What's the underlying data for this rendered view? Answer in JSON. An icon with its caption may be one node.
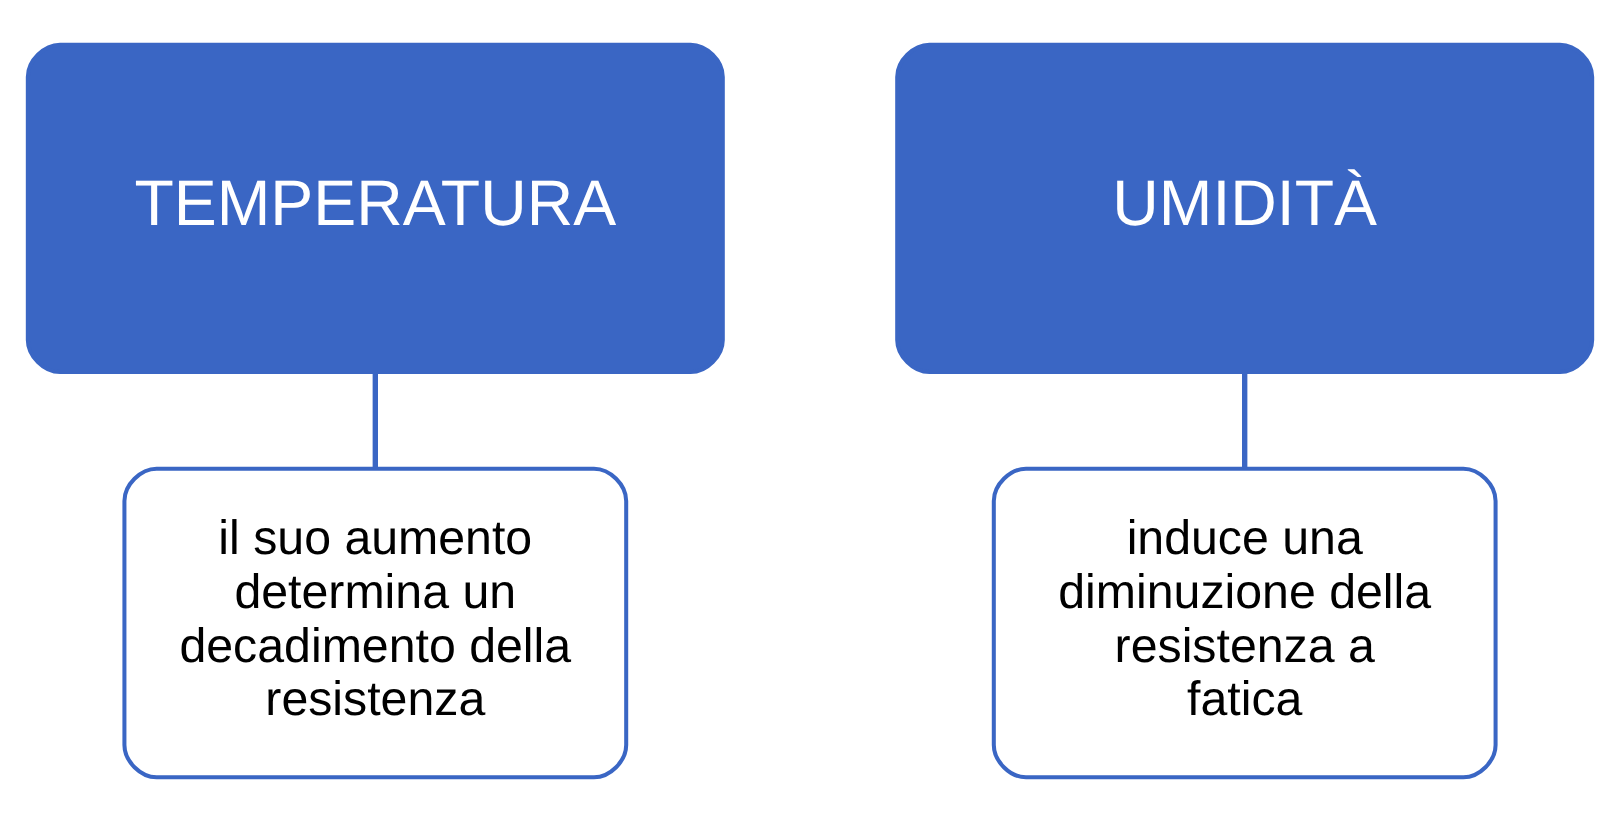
{
  "diagram": {
    "nodes": [
      {
        "text": [
          "TEMPERATURA"
        ]
      },
      {
        "text": [
          "il suo aumento determina un decadimento della resistenza"
        ]
      },
      {
        "text": [
          "UMIDITÀ"
        ]
      },
      {
        "text": [
          "induce una diminuzione della resistenza a fatica"
        ]
      }
    ],
    "edges": [
      {
        "from": 0,
        "to": 1,
        "arrow": "none"
      },
      {
        "from": 2,
        "to": 3,
        "arrow": "none"
      }
    ]
  }
}
